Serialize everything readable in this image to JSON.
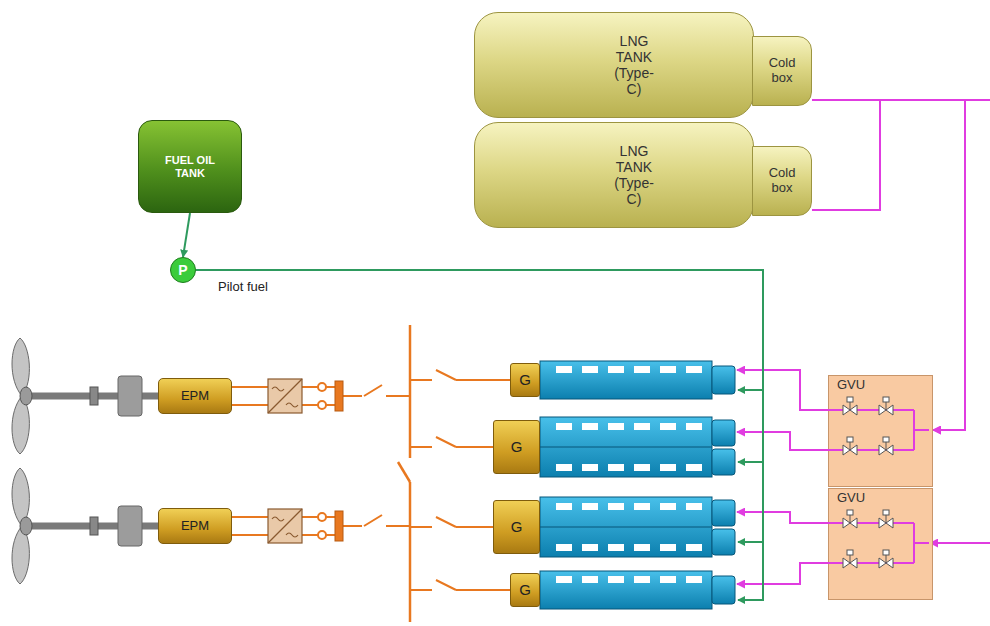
{
  "diagram": {
    "nodes": [
      {
        "text": [
          "LNG TANK (Type-C)"
        ]
      },
      {
        "text": [
          "Cold box"
        ]
      },
      {
        "text": [
          "LNG TANK (Type-C)"
        ]
      },
      {
        "text": [
          "Cold box"
        ]
      },
      {
        "text": [
          "FUEL OIL TANK"
        ]
      },
      {
        "text": [
          "P"
        ]
      },
      {
        "text": [
          "EPM"
        ]
      },
      {
        "text": [
          "G"
        ]
      },
      {
        "text": [
          "G"
        ]
      },
      {
        "text": [
          "GVU"
        ]
      },
      {
        "text": [
          "EPM"
        ]
      },
      {
        "text": [
          "G"
        ]
      },
      {
        "text": [
          "G"
        ]
      },
      {
        "text": [
          "GVU"
        ]
      }
    ],
    "edges": [
      {
        "from": 4,
        "to": 5,
        "arrow": "to"
      },
      {
        "from": 1,
        "to": 9,
        "arrow": "to"
      },
      {
        "from": 3,
        "to": 9,
        "arrow": "to"
      }
    ],
    "labels": [
      "Pilot fuel"
    ]
  }
}
